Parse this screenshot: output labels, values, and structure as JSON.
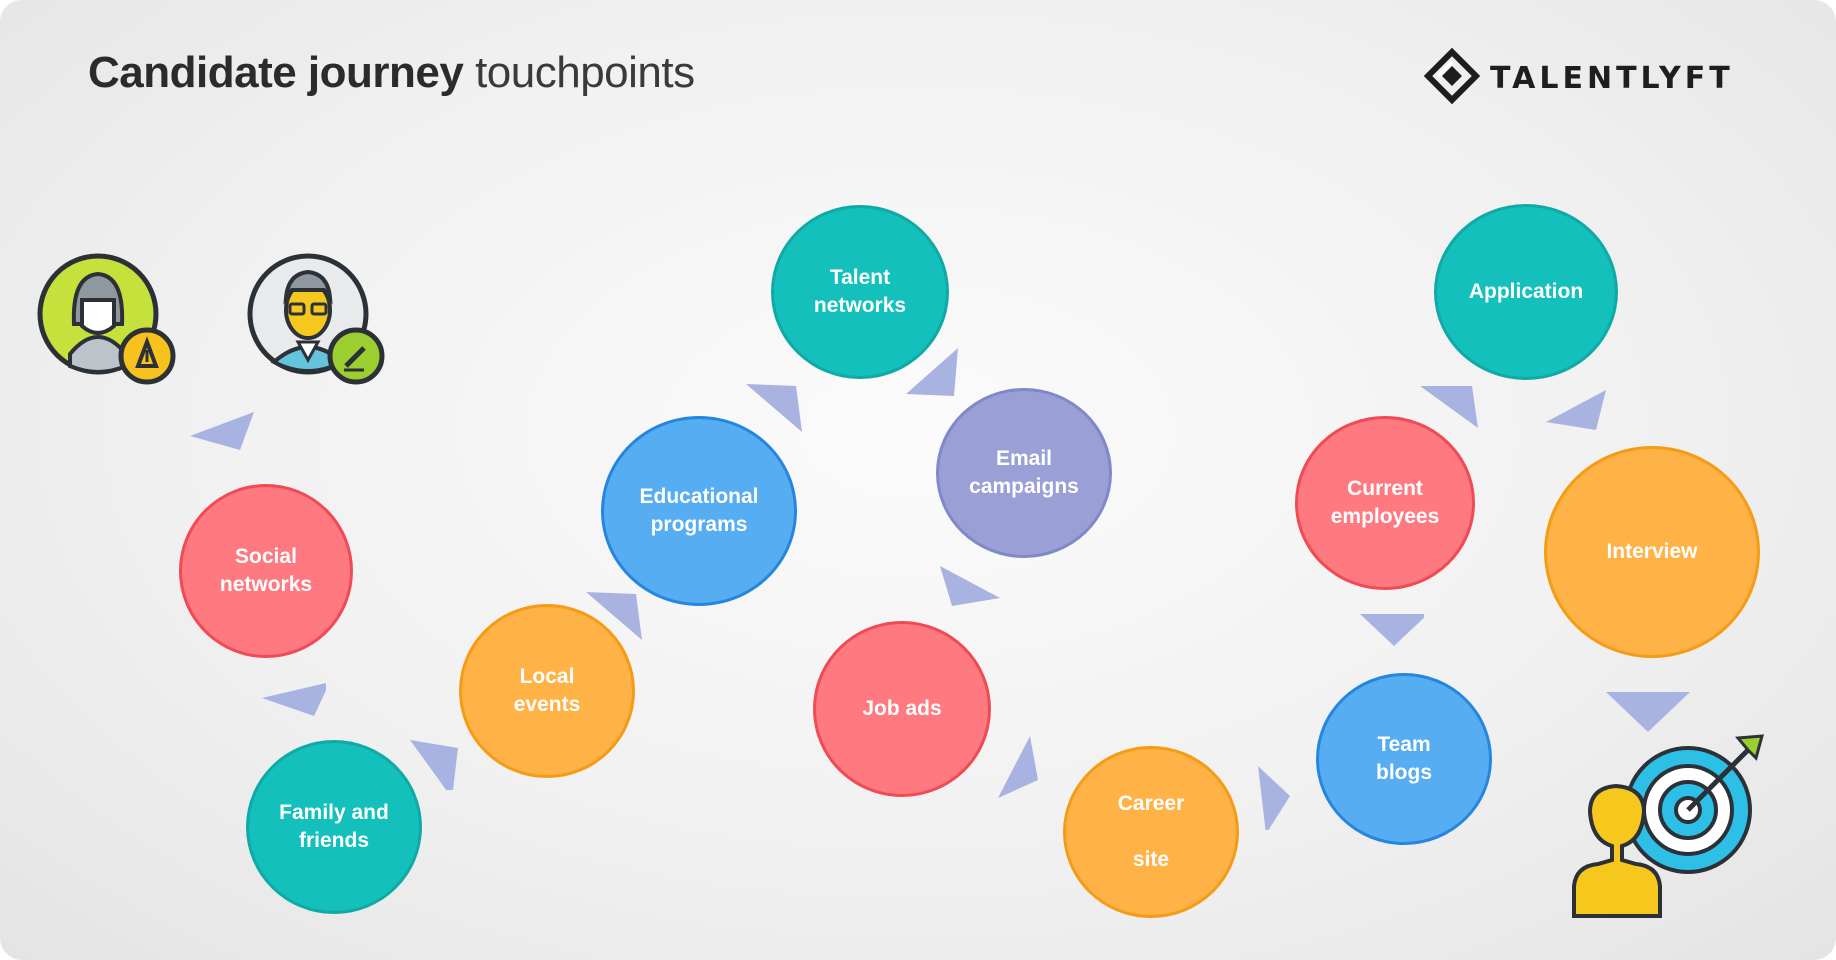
{
  "title": {
    "bold": "Candidate journey",
    "light": "touchpoints"
  },
  "brand": {
    "name": "TALENTLYFT",
    "logo_icon": "diamond-logo-icon"
  },
  "colors": {
    "teal": "#13c0bc",
    "red": "#ff7a80",
    "orange": "#ffb245",
    "blue": "#56adf1",
    "purple": "#9aa0d6",
    "arrow": "#a9b3e2"
  },
  "touchpoints": {
    "social_networks": "Social\nnetworks",
    "family_and_friends": "Family and\nfriends",
    "local_events": "Local\nevents",
    "educational_programs": "Educational\nprograms",
    "talent_networks": "Talent\nnetworks",
    "email_campaigns": "Email\ncampaigns",
    "job_ads": "Job ads",
    "career_site": "Career\n\nsite",
    "team_blogs": "Team\nblogs",
    "current_employees": "Current\nemployees",
    "application": "Application",
    "interview": "Interview"
  },
  "icons": {
    "start_woman": "woman-writer-avatar-icon",
    "start_man": "man-editor-avatar-icon",
    "end_target": "target-goal-icon"
  }
}
